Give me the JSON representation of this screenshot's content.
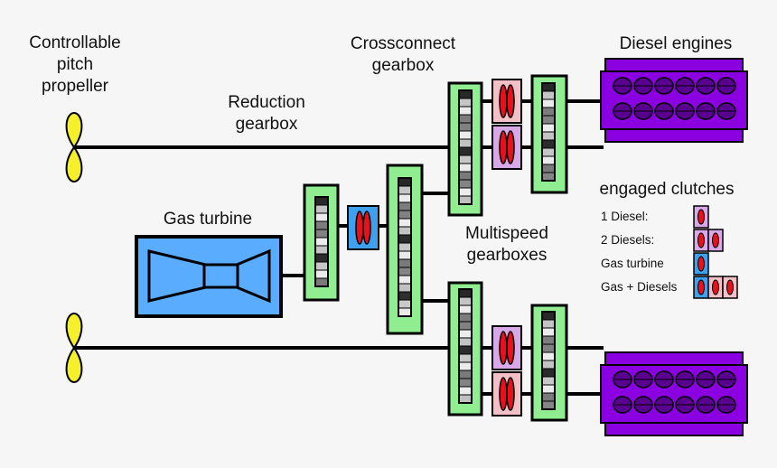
{
  "labels": {
    "propeller": "Controllable\npitch\npropeller",
    "reduction_gearbox": "Reduction\ngearbox",
    "crossconnect_gearbox": "Crossconnect\ngearbox",
    "diesel_engines": "Diesel engines",
    "gas_turbine": "Gas turbine",
    "multispeed_gearboxes": "Multispeed\ngearboxes"
  },
  "legend": {
    "title": "engaged clutches",
    "items": [
      "1 Diesel:",
      "2 Diesels:",
      "Gas turbine",
      "Gas + Diesels"
    ]
  },
  "colors": {
    "propeller": "#f5f02a",
    "gearbox_fill": "#90ee90",
    "diesel_clutch_fill": "#d8a8e8",
    "diesel_clutch_fill_light": "#f4c0c8",
    "turbine_clutch_fill": "#3fa0f0",
    "clutch_disc": "#e8101a",
    "diesel_engine": "#8a00e0",
    "diesel_engine_dark": "#5a0090",
    "gas_turbine_fill": "#5aacff",
    "shaft": "#000000"
  }
}
